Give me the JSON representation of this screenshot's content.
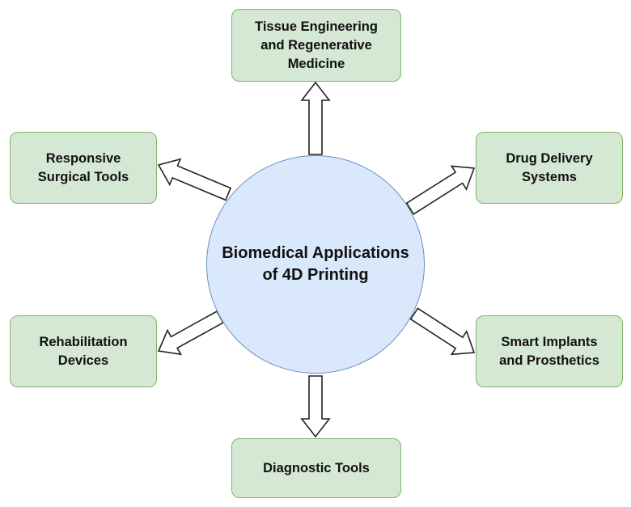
{
  "title": "Biomedical Applications of 4D Printing",
  "center": {
    "label": "Biomedical Applications\nof 4D Printing"
  },
  "nodes": [
    {
      "id": "tissue-engineering",
      "label": "Tissue Engineering\nand Regenerative\nMedicine"
    },
    {
      "id": "drug-delivery",
      "label": "Drug Delivery\nSystems"
    },
    {
      "id": "smart-implants",
      "label": "Smart Implants\nand Prosthetics"
    },
    {
      "id": "diagnostic-tools",
      "label": "Diagnostic Tools"
    },
    {
      "id": "rehabilitation-devices",
      "label": "Rehabilitation\nDevices"
    },
    {
      "id": "responsive-surgical-tools",
      "label": "Responsive\nSurgical Tools"
    }
  ],
  "colors": {
    "node_fill": "#d5e8d4",
    "node_border": "#82b366",
    "center_fill": "#dae8fc",
    "center_border": "#6c8ebf",
    "arrow_fill": "#ffffff",
    "arrow_stroke": "#222222",
    "text": "#111111"
  },
  "icons": {
    "arrow": "block-arrow-icon"
  }
}
